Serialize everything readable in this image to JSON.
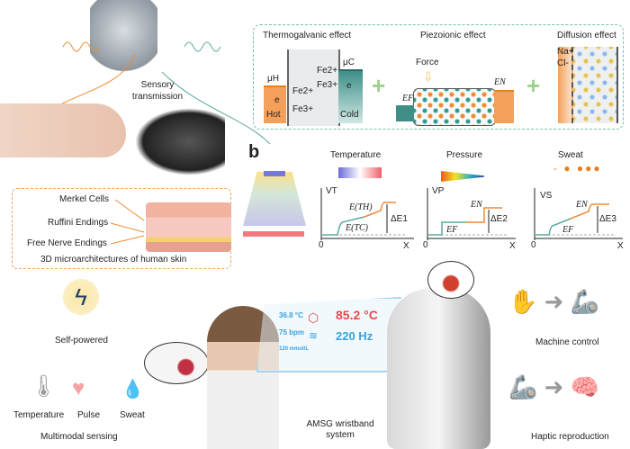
{
  "panel_a": {
    "sensory_transmission": "Sensory transmission",
    "skin_box": {
      "labels": [
        "Merkel Cells",
        "Ruffini Endings",
        "Free Nerve Endings"
      ],
      "caption": "3D microarchitectures of human skin"
    },
    "effects": {
      "thermogalvanic": {
        "title": "Thermogalvanic effect",
        "mu_h": "μH",
        "mu_c": "μC",
        "fe2": "Fe2+",
        "fe3": "Fe3+",
        "e": "e",
        "hot": "Hot",
        "cold": "Cold"
      },
      "piezoionic": {
        "title": "Piezoionic effect",
        "force": "Force",
        "ef": "EF",
        "en": "EN"
      },
      "diffusion": {
        "title": "Diffusion effect",
        "na": "Na+",
        "cl": "Cl-"
      }
    }
  },
  "panel_b": {
    "label": "b",
    "temperature": {
      "title": "Temperature",
      "y": "VT",
      "upper": "E(TH)",
      "lower": "E(TC)",
      "delta": "ΔE1",
      "origin": "0",
      "x": "X"
    },
    "pressure": {
      "title": "Pressure",
      "y": "VP",
      "upper": "EN",
      "lower": "EF",
      "delta": "ΔE2",
      "origin": "0",
      "x": "X"
    },
    "sweat": {
      "title": "Sweat",
      "y": "VS",
      "upper": "EN",
      "lower": "EF",
      "delta": "ΔE3",
      "origin": "0",
      "x": "X"
    }
  },
  "features": {
    "self_powered": "Self-powered",
    "sensing": [
      "Temperature",
      "Pulse",
      "Sweat"
    ],
    "multimodal": "Multimodal sensing",
    "machine_control": "Machine control",
    "haptic": "Haptic reproduction"
  },
  "hud": {
    "body_temp": "36.8 °C",
    "heart_rate": "75 bpm",
    "sweat": "120 mmol/L",
    "temp_reading": "85.2 °C",
    "freq_reading": "220 Hz"
  },
  "wristband": "AMSG wristband system",
  "colors": {
    "teal": "#5aa9a0",
    "orange": "#f08a30",
    "hud_blue": "#3aa0e0",
    "hud_red": "#e84a4a"
  }
}
